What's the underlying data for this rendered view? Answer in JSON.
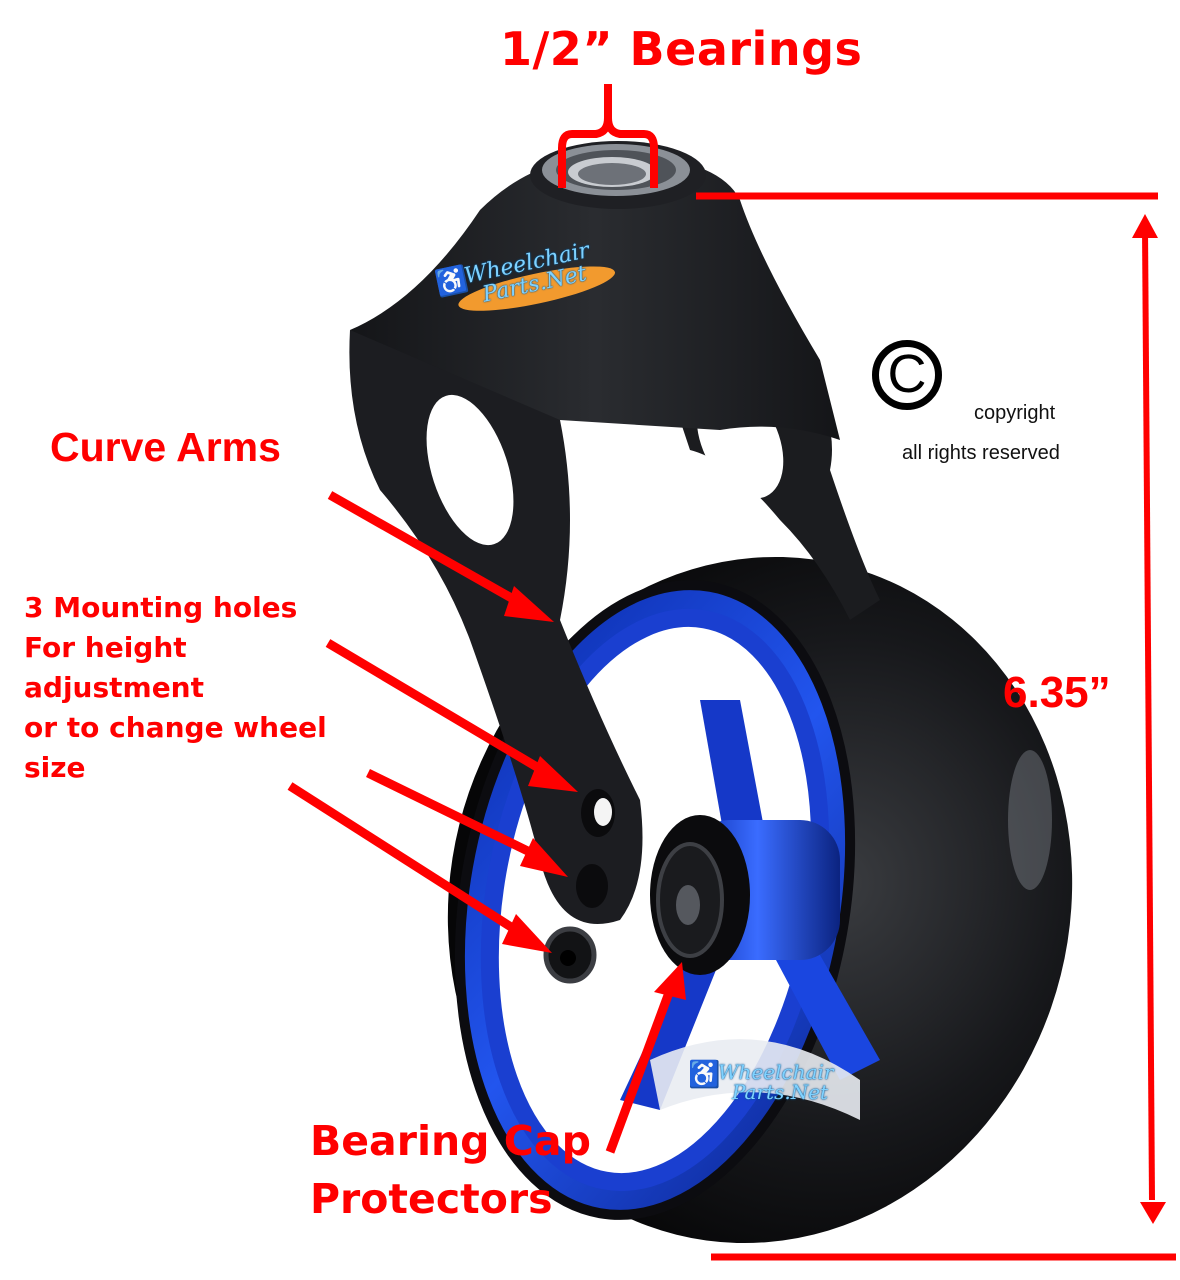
{
  "image": {
    "subject": "Wheelchair caster fork with curved arms and blue-rim black wheel",
    "background": "#ffffff",
    "annotation_color": "#ff0000"
  },
  "labels": {
    "bearings": "1/2” Bearings",
    "curve_arms": "Curve Arms",
    "mounting_holes": [
      "3 Mounting holes",
      "For height",
      "adjustment",
      "or to change wheel",
      "size"
    ],
    "dimension": "6.35”",
    "bearing_cap": [
      "Bearing Cap",
      "Protectors"
    ]
  },
  "copyright": {
    "symbol": "C",
    "line1": "copyright",
    "line2": "all rights reserved"
  },
  "logos": {
    "brand_line1": "Wheelchair",
    "brand_line2": "Parts.Net",
    "chair_icon": "♿"
  },
  "colors": {
    "annotation": "#ff0000",
    "fork": "#1c1d20",
    "tire": "#111214",
    "rim": "#1537c4",
    "hub": "#1a45d8",
    "logo_text": "#7fd2ff",
    "logo_swoosh": "#f29a2e"
  }
}
